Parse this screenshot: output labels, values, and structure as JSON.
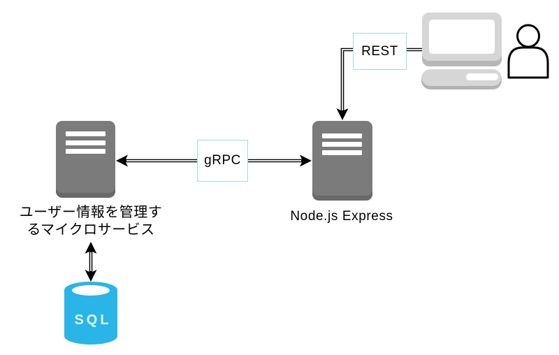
{
  "diagram": {
    "type": "architecture-diagram",
    "background_color": "#ffffff",
    "nodes": {
      "microservice": {
        "label_line1": "ユーザー情報を管理す",
        "label_line2": "るマイクロサービス",
        "shape": "server",
        "color": "#7b7b7b"
      },
      "nodejs_express": {
        "label": "Node.js Express",
        "shape": "server",
        "color": "#7b7b7b"
      },
      "sql_database": {
        "label": "SQL",
        "shape": "cylinder",
        "color": "#29b5e8"
      },
      "client": {
        "shape": "laptop-with-user",
        "color": "#d6d6d6"
      }
    },
    "edges": {
      "rest": {
        "label": "REST",
        "from": "client",
        "to": "nodejs_express",
        "direction": "one-way"
      },
      "grpc": {
        "label": "gRPC",
        "from": "nodejs_express",
        "to": "microservice",
        "direction": "two-way"
      },
      "db_link": {
        "label": "",
        "from": "microservice",
        "to": "sql_database",
        "direction": "two-way"
      }
    },
    "colors": {
      "line": "#000000",
      "label_box_border": "#a9d6ec",
      "label_box_fill": "#ffffff"
    }
  }
}
